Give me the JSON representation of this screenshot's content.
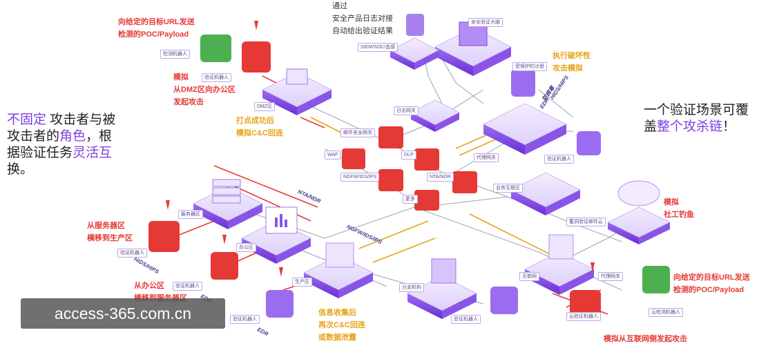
{
  "text": {
    "top_left_red": [
      "向给定的目标URL发送",
      "检测的POC/Payload"
    ],
    "mid_left_red": [
      "模拟",
      "从DMZ区向办公区",
      "发起攻击"
    ],
    "top_note": [
      "通过",
      "安全产品日志对接",
      "自动给出验证结果"
    ],
    "orange_right_top": [
      "执行破坏性",
      "攻击模拟"
    ],
    "orange_center": [
      "打点成功后",
      "模拟C&C回连"
    ],
    "big_left_1": "不固定",
    "big_left_2": " 攻击者与被",
    "big_left_3": "攻击者的",
    "big_left_4": "角色",
    "big_left_5": "，根",
    "big_left_6": "据验证任务",
    "big_left_7": "灵活互",
    "big_left_8": "换。",
    "big_right_1": "一个验证场景可覆",
    "big_right_2": "盖",
    "big_right_3": "整个攻杀链",
    "big_right_4": "！",
    "server_red": [
      "从服务器区",
      "横移到生产区"
    ],
    "office_red": [
      "从办公区",
      "横移到服务器区"
    ],
    "collect_orange": [
      "信息收集后",
      "再次C&C回连",
      "或数据泄露"
    ],
    "phishing_red": [
      "模拟",
      "社工钓鱼"
    ],
    "bottom_right_red": [
      "向给定的目标URL发送",
      "检测的POC/Payload"
    ],
    "internet_red": "模拟从互联网侧发起攻击",
    "watermark": "access-365.com.cn"
  },
  "labels": {
    "detect_robot_top": "检测机器人",
    "verify_robot_top": "验证机器人",
    "siem": "SIEM/SOC/态感",
    "brain": "安全验证大脑",
    "sandbox": "受保护的沙盘",
    "log": "日志网关",
    "dmz": "DMZ区",
    "mail_gw": "邮件安全网关",
    "waf": "WAF",
    "dlp": "DLP",
    "ngfw": "NGFW/IDS/IPS",
    "nta": "NTA/NDR",
    "more": "更多",
    "proxy": "代理网关",
    "verify_robot_right": "验证机器人",
    "biz": "业务互联区",
    "server_zone": "服务器区",
    "office_zone": "办公区",
    "prod_zone": "生产区",
    "branch": "分支机构",
    "mail_cloud": "蓄洞验证邮件云",
    "internet": "互联网",
    "proxy2": "代理网关",
    "verify_robot_server": "验证机器人",
    "verify_robot_office": "验证机器人",
    "verify_robot_prod": "验证机器人",
    "verify_robot_branch": "验证机器人",
    "verify_robot_cloud": "云验证机器人",
    "detect_robot_cloud": "云检测机器人"
  },
  "rotated": {
    "hids_top": "HIDS/HIPS",
    "hids_top2": "防病毒",
    "edr_top": "EDR",
    "nta_mid": "NTA/NDR",
    "ngfw_mid": "NGFW/IDS/IPS",
    "hids_left": "HIDS/HIPS",
    "edr_left": "EDR",
    "edr_bottom": "EDR"
  },
  "colors": {
    "purple": "#7e3fe0",
    "light_purple": "#c9b6f2",
    "red": "#e53935",
    "green": "#4caf50",
    "orange": "#e6a317"
  }
}
